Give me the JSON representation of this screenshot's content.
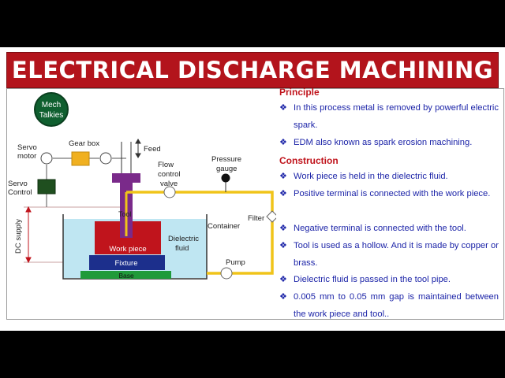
{
  "title": "ELECTRICAL DISCHARGE MACHINING",
  "logo": {
    "line1": "Mech",
    "line2": "Talkies"
  },
  "diagram": {
    "labels": {
      "servo_motor": [
        "Servo",
        "motor"
      ],
      "gear_box": "Gear box",
      "feed": "Feed",
      "servo_control": [
        "Servo",
        "Control"
      ],
      "flow_control_valve": [
        "Flow",
        "control",
        "valve"
      ],
      "pressure_gauge": [
        "Pressure",
        "gauge"
      ],
      "dc_supply": "DC supply",
      "tool": "Tool",
      "container": "Container",
      "filter": "Filter",
      "work_piece": "Work piece",
      "dielectric_fluid": [
        "Dielectric",
        "fluid"
      ],
      "fixture": "Fixture",
      "base": "Base",
      "pump": "Pump"
    }
  },
  "colors": {
    "title_bg": "#b3141c",
    "heading": "#c0141c",
    "body_text": "#1c24a8",
    "pipe": "#f0c419",
    "tool": "#7a2a8a",
    "work_piece": "#c0141c",
    "fixture": "#1c2f8c",
    "base": "#1f9a3a",
    "fluid": "#bfe6f2"
  },
  "principle": {
    "heading": "Principle",
    "bullets": [
      "In this process metal is removed by powerful electric spark.",
      "EDM also known as spark erosion machining."
    ]
  },
  "construction": {
    "heading": "Construction",
    "bullets": [
      "Work piece is held in the dielectric fluid.",
      "Positive terminal is connected with the work piece.",
      "Negative terminal is connected with the tool.",
      "Tool is used as a hollow. And it is made by copper or brass.",
      "Dielectric fluid is passed in the tool pipe.",
      "0.005 mm to 0.05 mm gap is maintained between the work piece and tool.."
    ]
  }
}
